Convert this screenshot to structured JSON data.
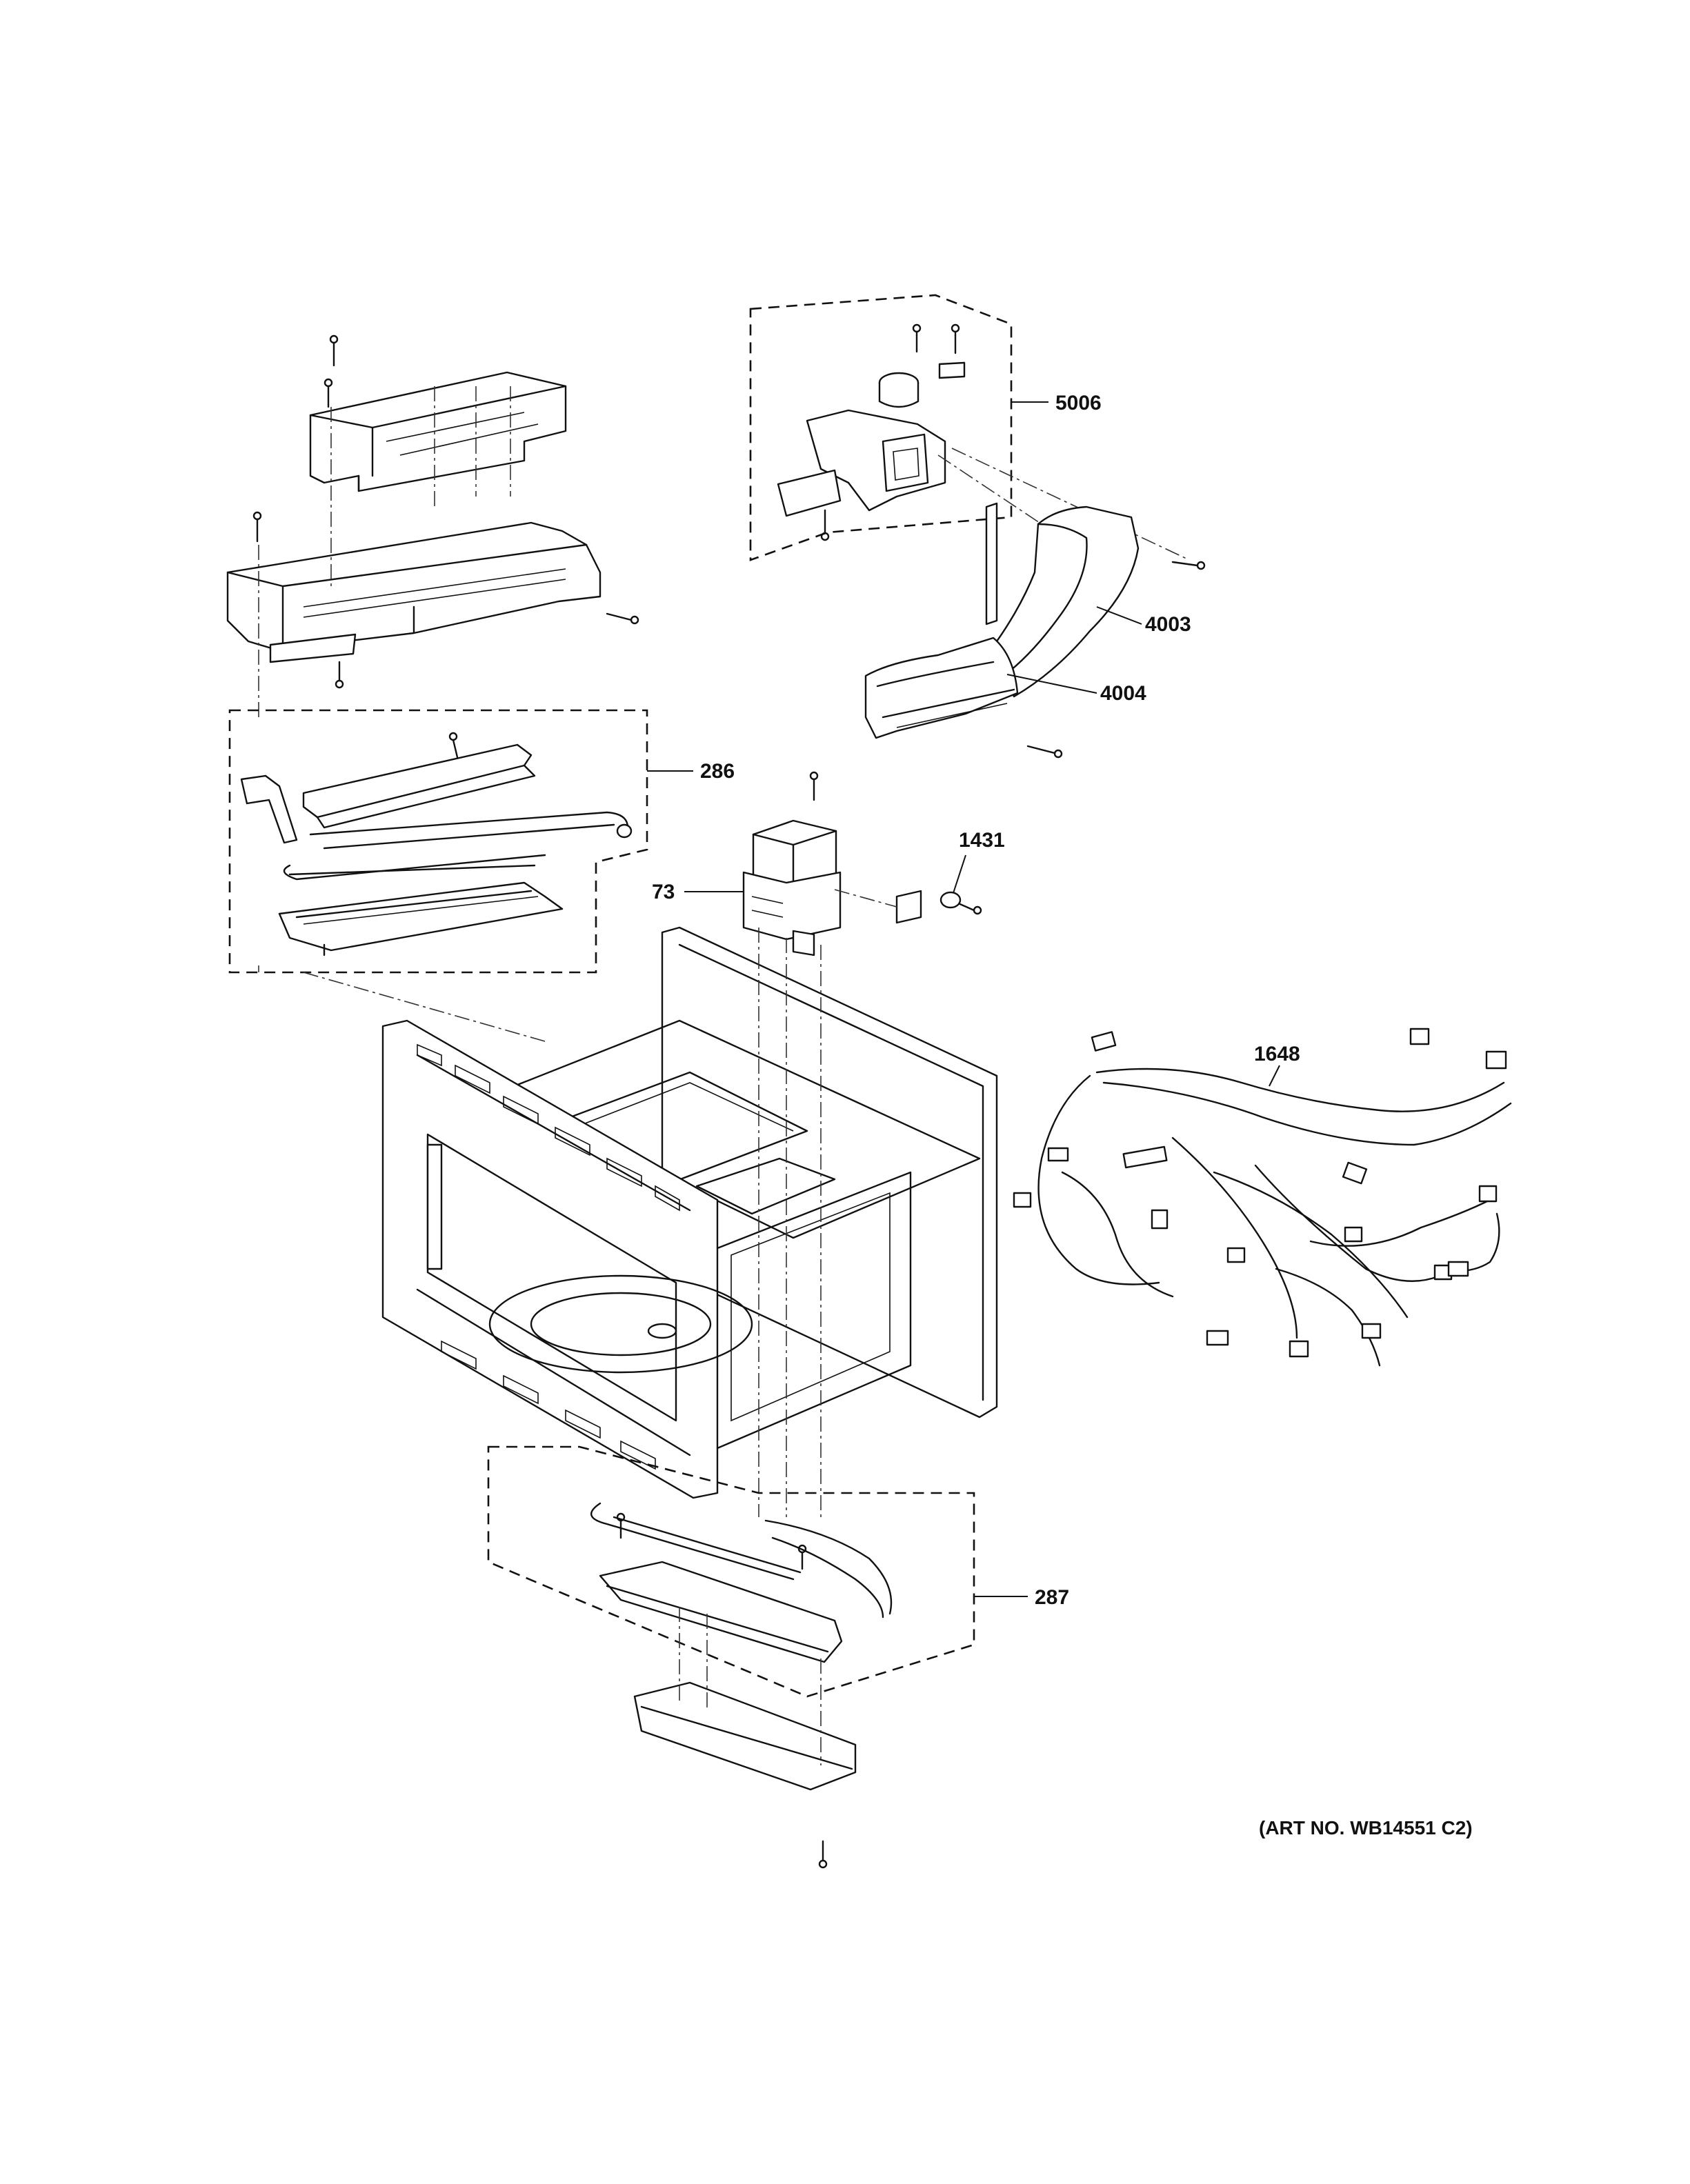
{
  "callouts": [
    {
      "id": "5006",
      "text": "5006"
    },
    {
      "id": "4003",
      "text": "4003"
    },
    {
      "id": "4004",
      "text": "4004"
    },
    {
      "id": "286",
      "text": "286"
    },
    {
      "id": "1431",
      "text": "1431"
    },
    {
      "id": "73",
      "text": "73"
    },
    {
      "id": "1648",
      "text": "1648"
    },
    {
      "id": "287",
      "text": "287"
    }
  ],
  "art_number": "(ART NO. WB14551 C2)"
}
